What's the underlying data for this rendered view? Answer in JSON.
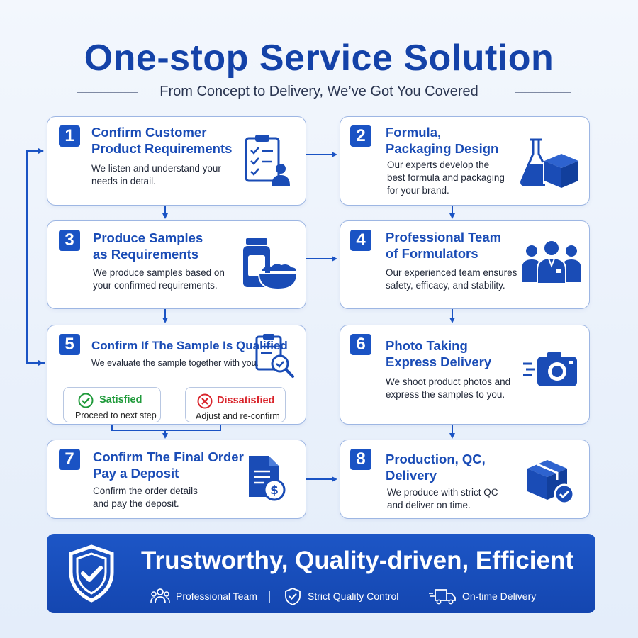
{
  "header": {
    "title": "One-stop Service Solution",
    "subtitle": "From Concept to Delivery, We’ve Got You Covered"
  },
  "steps": [
    {
      "number": "1",
      "title_lines": [
        "Confirm Customer",
        "Product Requirements"
      ],
      "desc_lines": [
        "We listen and understand your",
        "needs in detail."
      ],
      "icon": "clipboard-checklist-person-icon"
    },
    {
      "number": "2",
      "title_lines": [
        "Formula,",
        "Packaging Design"
      ],
      "desc_lines": [
        "Our experts develop the",
        "best formula and packaging",
        "for your brand."
      ],
      "icon": "flask-box-icon"
    },
    {
      "number": "3",
      "title_lines": [
        "Produce Samples",
        "as Requirements"
      ],
      "desc_lines": [
        "We produce samples based on",
        "your confirmed requirements."
      ],
      "icon": "jar-bowl-icon"
    },
    {
      "number": "4",
      "title_lines": [
        "Professional Team",
        "of Formulators"
      ],
      "desc_lines": [
        "Our experienced team ensures",
        "safety, efficacy, and stability."
      ],
      "icon": "team-people-icon"
    },
    {
      "number": "5",
      "title_lines": [
        "Confirm If The Sample Is Qualified"
      ],
      "desc_lines": [
        "We evaluate the sample together with you."
      ],
      "icon": "clipboard-magnifier-icon"
    },
    {
      "number": "6",
      "title_lines": [
        "Photo Taking",
        "Express Delivery"
      ],
      "desc_lines": [
        "We shoot product photos and",
        "express the samples to you."
      ],
      "icon": "camera-icon"
    },
    {
      "number": "7",
      "title_lines": [
        "Confirm The Final Order",
        "Pay a Deposit"
      ],
      "desc_lines": [
        "Confirm the order details",
        "and pay the deposit."
      ],
      "icon": "document-dollar-icon"
    },
    {
      "number": "8",
      "title_lines": [
        "Production, QC,",
        "Delivery"
      ],
      "desc_lines": [
        "We produce with strict QC",
        "and deliver on time."
      ],
      "icon": "package-check-icon"
    }
  ],
  "decision": {
    "satisfied": {
      "label": "Satisfied",
      "sub": "Proceed to next step"
    },
    "dissatisfied": {
      "label": "Dissatisfied",
      "sub": "Adjust and re-confirm"
    }
  },
  "banner": {
    "title": "Trustworthy, Quality-driven, Efficient",
    "features": [
      {
        "label": "Professional Team",
        "icon": "team-icon"
      },
      {
        "label": "Strict Quality Control",
        "icon": "quality-shield-icon"
      },
      {
        "label": "On-time Delivery",
        "icon": "delivery-truck-icon"
      }
    ]
  },
  "colors": {
    "primary": "#1a53c4",
    "title_blue": "#1442a8",
    "satisfied_green": "#1f9a3a",
    "dissatisfied_red": "#d9232a",
    "banner_blue": "#1a4fbd"
  }
}
